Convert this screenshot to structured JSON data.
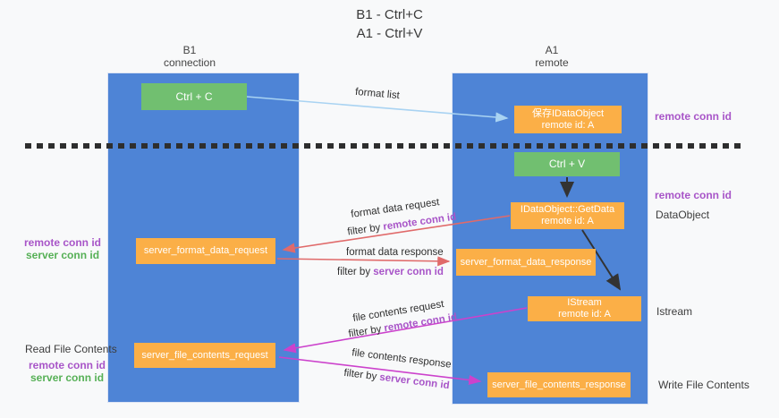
{
  "title": {
    "line1": "B1 - Ctrl+C",
    "line2": "A1 - Ctrl+V"
  },
  "lanes": {
    "b1": {
      "name": "B1",
      "subtitle": "connection"
    },
    "a1": {
      "name": "A1",
      "subtitle": "remote"
    }
  },
  "nodes": {
    "ctrl_c": {
      "label": "Ctrl + C"
    },
    "save_idataobject": {
      "line1": "保存IDataObject",
      "line2": "remote id: A"
    },
    "ctrl_v": {
      "label": "Ctrl + V"
    },
    "getdata": {
      "line1": "IDataObject::GetData",
      "line2": "remote id: A"
    },
    "server_format_data_request": {
      "label": "server_format_data_request"
    },
    "server_format_data_response": {
      "label": "server_format_data_response"
    },
    "istream": {
      "line1": "IStream",
      "line2": "remote id: A"
    },
    "server_file_contents_request": {
      "label": "server_file_contents_request"
    },
    "server_file_contents_response": {
      "label": "server_file_contents_response"
    }
  },
  "edge_labels": {
    "format_list": "format list",
    "format_data_request": "format data request",
    "format_data_response": "format data response",
    "file_contents_request": "file contents request",
    "file_contents_response": "file contents response",
    "filter_by": "filter by",
    "remote_conn_id": "remote conn id",
    "server_conn_id": "server conn id"
  },
  "side_labels": {
    "remote_conn_id": "remote conn id",
    "server_conn_id": "server conn id",
    "dataobject": "DataObject",
    "istream": "Istream",
    "read_file_contents": "Read File Contents",
    "write_file_contents": "Write File Contents"
  },
  "colors": {
    "lane_blue": "#4e84d6",
    "node_green": "#71bf70",
    "node_orange": "#fbaf47",
    "arrow_lightblue": "#a9d3f2",
    "arrow_red": "#e06a6a",
    "arrow_magenta": "#cc42cc",
    "arrow_black": "#333333",
    "label_purple": "#a855c8",
    "label_green": "#56b056",
    "dash_black": "#2e2e2e"
  }
}
